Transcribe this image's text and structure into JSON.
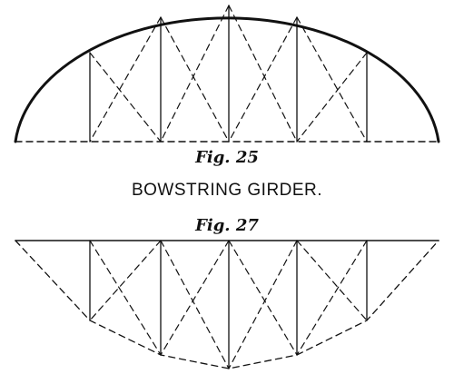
{
  "figures": {
    "fig25": "Fig. 25",
    "title": "BOWSTRING GIRDER.",
    "fig27": "Fig. 27"
  },
  "colors": {
    "ink": "#111111",
    "background": "#ffffff"
  }
}
